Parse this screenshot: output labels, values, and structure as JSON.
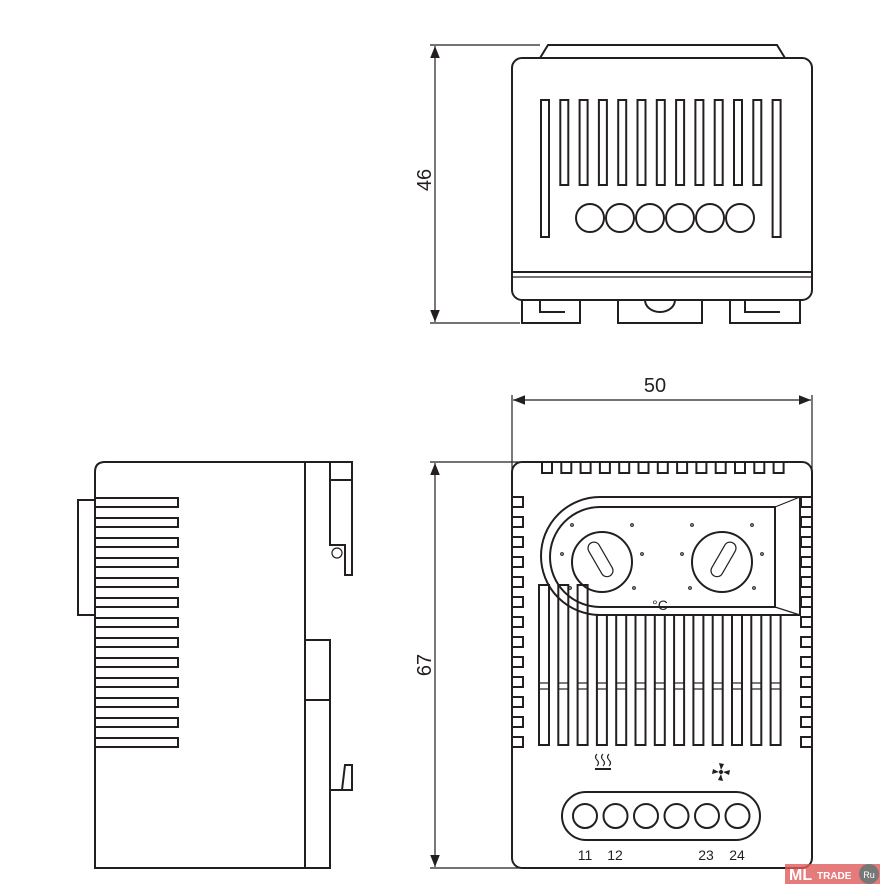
{
  "dimensions": {
    "height_top": "46",
    "width": "50",
    "height_front": "67"
  },
  "front": {
    "unit_label": "°C",
    "terminals": [
      "11",
      "12",
      "23",
      "24"
    ],
    "heater_icon": "heater-icon",
    "fan_icon": "fan-icon"
  },
  "watermark": {
    "text": "MLTRADE Ru",
    "color": "#e05a5a"
  }
}
